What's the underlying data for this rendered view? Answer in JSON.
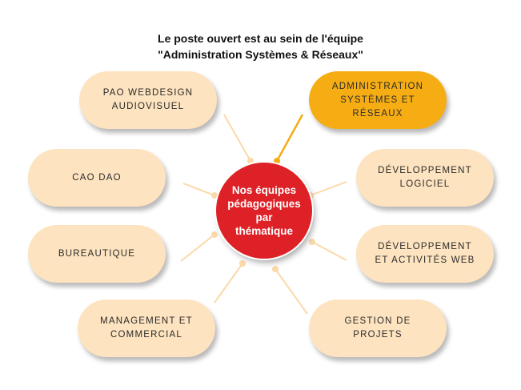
{
  "header": {
    "line1": "Le poste ouvert est au sein de l'équipe",
    "line2": "\"Administration Systèmes & Réseaux\""
  },
  "hub": {
    "label": "Nos équipes\npédagogiques\npar\nthématique",
    "color": "#dd2127"
  },
  "teams": {
    "pao": "PAO WEBDESIGN\nAUDIOVISUEL",
    "admin": "ADMINISTRATION\nSYSTÈMES ET\nRÉSEAUX",
    "cao": "CAO DAO",
    "devlog": "DÉVELOPPEMENT\nLOGICIEL",
    "bureau": "BUREAUTIQUE",
    "devweb": "DÉVELOPPEMENT\nET ACTIVITÉS WEB",
    "mgmt": "MANAGEMENT ET\nCOMMERCIAL",
    "gestion": "GESTION DE\nPROJETS"
  },
  "colors": {
    "pill": "#fde3bf",
    "highlight": "#f6ad14",
    "connector": "#fbd9a9"
  }
}
